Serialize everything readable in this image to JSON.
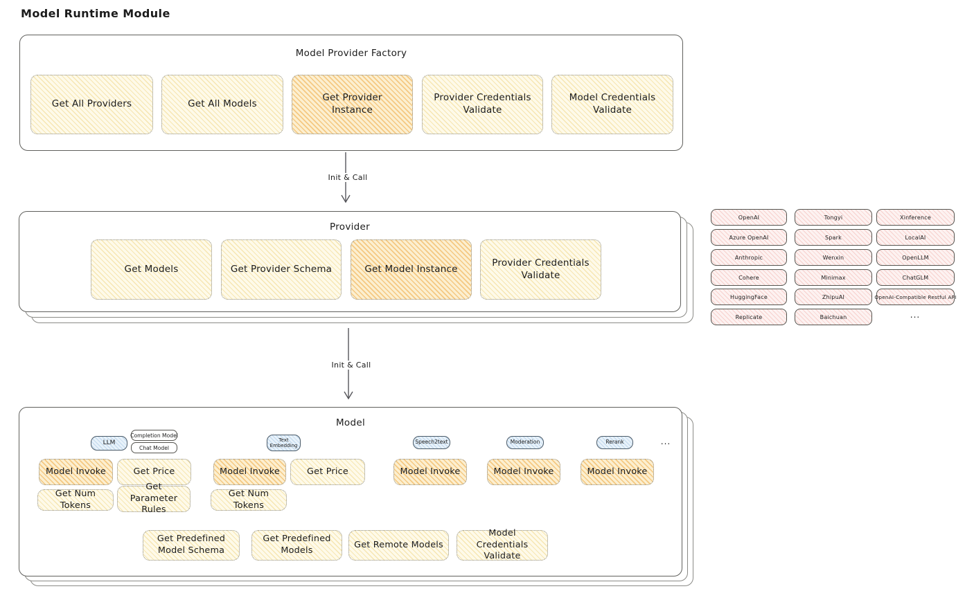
{
  "page_title": "Model Runtime Module",
  "factory": {
    "title": "Model Provider Factory",
    "buttons": [
      "Get All Providers",
      "Get All Models",
      "Get Provider Instance",
      "Provider Credentials Validate",
      "Model Credentials Validate"
    ]
  },
  "flow": {
    "arrow1_label": "Init & Call",
    "arrow2_label": "Init & Call"
  },
  "provider": {
    "title": "Provider",
    "buttons": [
      "Get Models",
      "Get Provider Schema",
      "Get Model Instance",
      "Provider Credentials Validate"
    ]
  },
  "provider_list": {
    "col1": [
      "OpenAI",
      "Azure OpenAI",
      "Anthropic",
      "Cohere",
      "HuggingFace",
      "Replicate"
    ],
    "col2": [
      "Tongyi",
      "Spark",
      "Wenxin",
      "Minimax",
      "ZhipuAI",
      "Baichuan"
    ],
    "col3": [
      "Xinference",
      "LocalAI",
      "OpenLLM",
      "ChatGLM",
      "OpenAI-Compatible Restful API"
    ],
    "more": "..."
  },
  "model": {
    "title": "Model",
    "types": {
      "llm": "LLM",
      "completion": "Completion Model",
      "chat": "Chat Model",
      "text_embedding": "Text Embedding",
      "speech2text": "Speech2text",
      "moderation": "Moderation",
      "rerank": "Rerank",
      "more": "..."
    },
    "llm_buttons": [
      "Model Invoke",
      "Get Price",
      "Get Num Tokens",
      "Get Parameter Rules"
    ],
    "embedding_buttons": [
      "Model Invoke",
      "Get Price",
      "Get Num Tokens"
    ],
    "speech2text_button": "Model Invoke",
    "moderation_button": "Model Invoke",
    "rerank_button": "Model Invoke",
    "common_buttons": [
      "Get Predefined Model Schema",
      "Get Predefined Models",
      "Get Remote Models",
      "Model Credentials Validate"
    ]
  },
  "colors": {
    "highlight_orange": "#f5c26b",
    "soft_yellow": "#fefae9",
    "pink": "#fdf2f1",
    "blue": "#e8f2fa",
    "ink": "#1b1b1b"
  }
}
